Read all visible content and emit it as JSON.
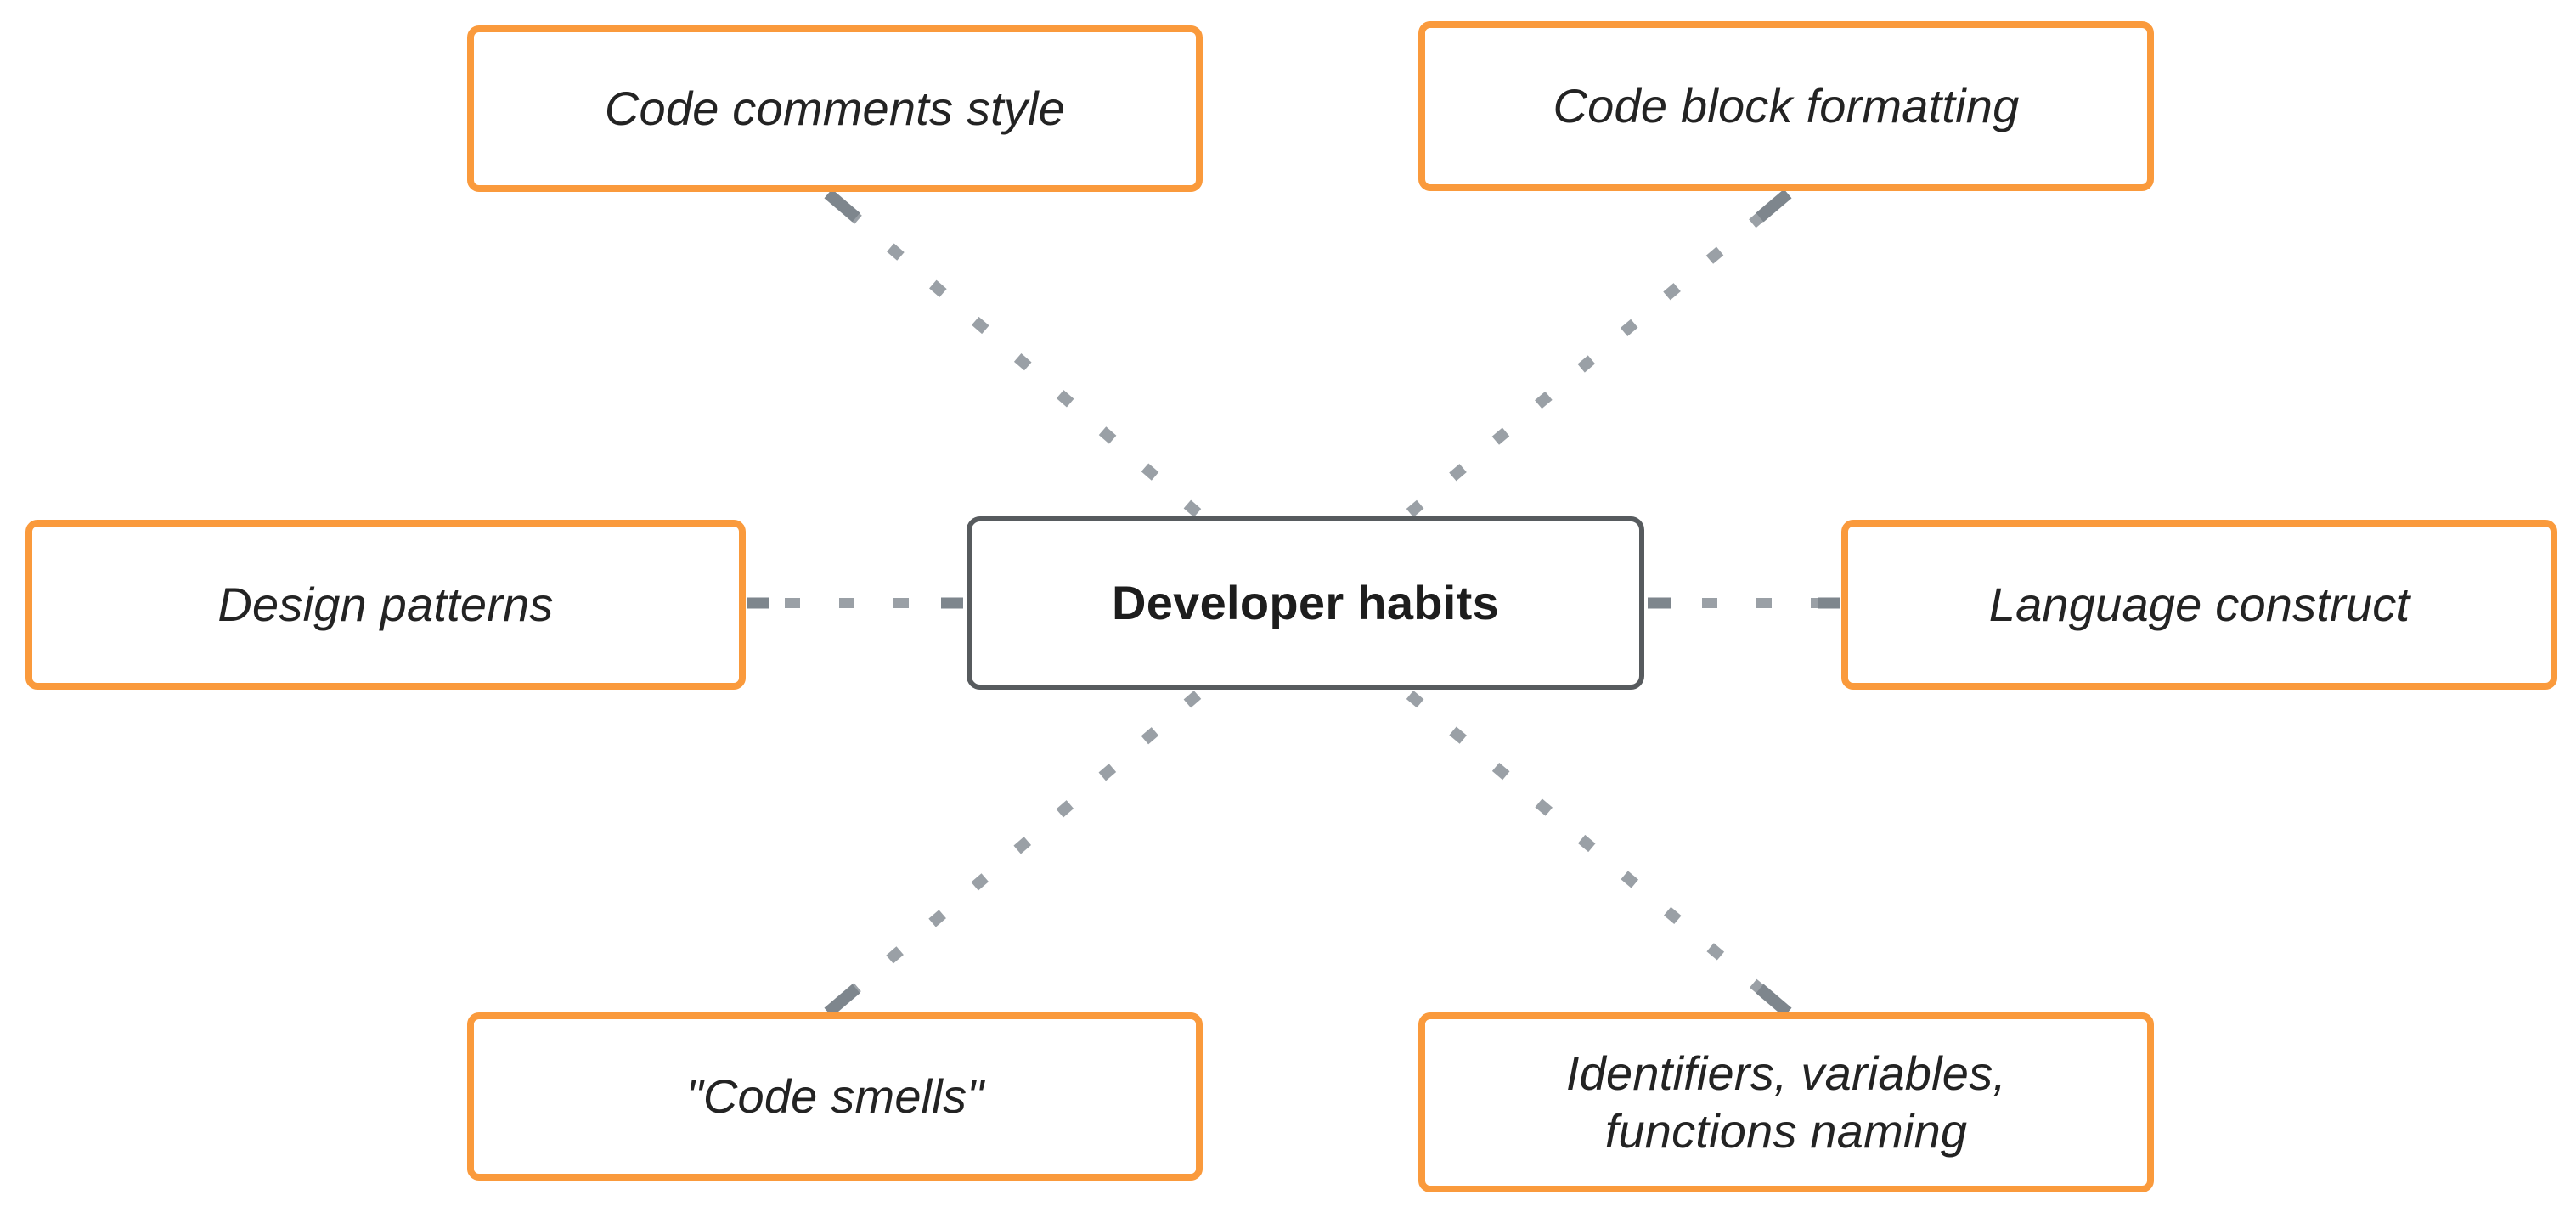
{
  "diagram": {
    "type": "mind-map",
    "colors": {
      "leaf_border": "#FA9A3C",
      "center_border": "#575B5E",
      "connector": "#9AA0A6",
      "background": "#FFFFFF",
      "text": "#232323"
    },
    "center": {
      "id": "developer-habits",
      "label": "Developer habits"
    },
    "branches": [
      {
        "id": "code-comments-style",
        "label": "Code comments style",
        "position": "top-left"
      },
      {
        "id": "code-block-formatting",
        "label": "Code block formatting",
        "position": "top-right"
      },
      {
        "id": "design-patterns",
        "label": "Design patterns",
        "position": "left"
      },
      {
        "id": "language-construct",
        "label": "Language construct",
        "position": "right"
      },
      {
        "id": "code-smells",
        "label": "\"Code smells\"",
        "position": "bottom-left"
      },
      {
        "id": "identifiers-naming",
        "label": "Identifiers, variables, functions naming",
        "position": "bottom-right",
        "line1": "Identifiers, variables,",
        "line2": "functions naming"
      }
    ],
    "connectors": [
      {
        "from": "developer-habits",
        "to": "code-comments-style",
        "style": "dotted"
      },
      {
        "from": "developer-habits",
        "to": "code-block-formatting",
        "style": "dotted"
      },
      {
        "from": "developer-habits",
        "to": "design-patterns",
        "style": "dotted"
      },
      {
        "from": "developer-habits",
        "to": "language-construct",
        "style": "dotted"
      },
      {
        "from": "developer-habits",
        "to": "code-smells",
        "style": "dotted"
      },
      {
        "from": "developer-habits",
        "to": "identifiers-naming",
        "style": "dotted"
      }
    ]
  }
}
